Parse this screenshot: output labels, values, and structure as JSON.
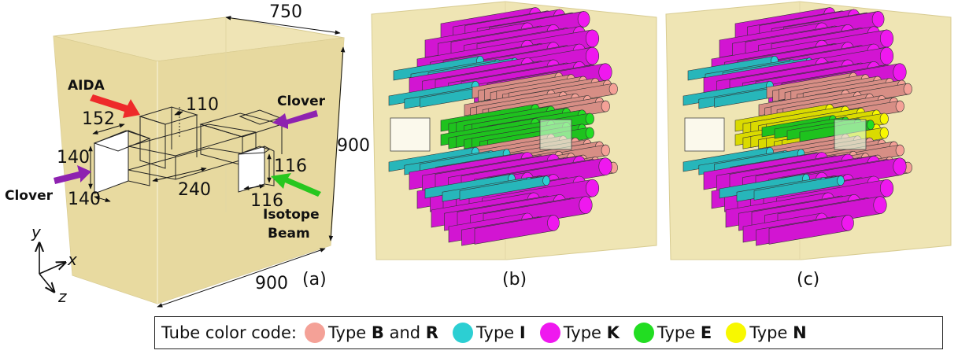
{
  "panel_a": {
    "dims": {
      "top_width": "750",
      "right_height": "900",
      "bottom_depth": "900",
      "aida_gap": "110",
      "left_box_depth": "152",
      "left_box_height": "140",
      "left_box_width": "140",
      "right_box_height": "116",
      "right_box_width": "116",
      "aida_length": "240"
    },
    "labels": {
      "aida": "AIDA",
      "clover_right": "Clover",
      "clover_left": "Clover",
      "isotope_line1": "Isotope",
      "isotope_line2": "Beam"
    },
    "axes": {
      "y": "y",
      "x": "x",
      "z": "z"
    },
    "panel_label": "(a)"
  },
  "panel_b": {
    "panel_label": "(b)"
  },
  "panel_c": {
    "panel_label": "(c)"
  },
  "colors": {
    "box_fill": "#e7d9a0",
    "type_br": "#f4a197",
    "type_i": "#2ccfd3",
    "type_k": "#ef18ef",
    "type_e": "#22dd22",
    "type_n": "#f8f800",
    "arrow_red": "#ee2a2a",
    "arrow_purple": "#8e22b0",
    "arrow_green": "#27c71f"
  },
  "legend": {
    "title": "Tube color code:",
    "items": [
      {
        "prefix": "Type ",
        "bold1": "B",
        "mid": " and ",
        "bold2": "R",
        "icon": "pink-circle-icon"
      },
      {
        "prefix": "Type ",
        "bold1": "I",
        "mid": "",
        "bold2": "",
        "icon": "cyan-circle-icon"
      },
      {
        "prefix": "Type ",
        "bold1": "K",
        "mid": "",
        "bold2": "",
        "icon": "magenta-circle-icon"
      },
      {
        "prefix": "Type ",
        "bold1": "E",
        "mid": "",
        "bold2": "",
        "icon": "green-circle-icon"
      },
      {
        "prefix": "Type ",
        "bold1": "N",
        "mid": "",
        "bold2": "",
        "icon": "yellow-circle-icon"
      }
    ]
  }
}
